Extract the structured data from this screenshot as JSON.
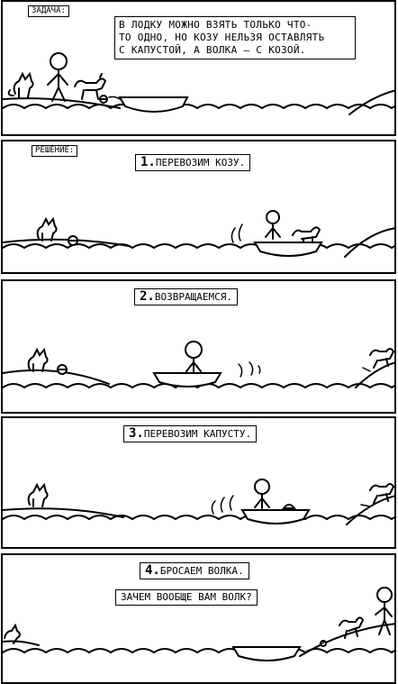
{
  "panels": [
    {
      "tag": "ЗАДАЧА:",
      "text": "В ЛОДКУ МОЖНО ВЗЯТЬ ТОЛЬКО ЧТО-\nТО ОДНО, НО КОЗУ НЕЛЬЗЯ ОСТАВЛЯТЬ\nС КАПУСТОЙ, А ВОЛКА – С КОЗОЙ."
    },
    {
      "tag": "РЕШЕНИЕ:",
      "number": "1.",
      "step": "ПЕРЕВОЗИМ КОЗУ."
    },
    {
      "number": "2.",
      "step": "ВОЗВРАЩАЕМСЯ."
    },
    {
      "number": "3.",
      "step": "ПЕРЕВОЗИМ КАПУСТУ."
    },
    {
      "number": "4.",
      "step": "БРОСАЕМ ВОЛКА.",
      "speech": "ЗАЧЕМ ВООБЩЕ ВАМ ВОЛК?"
    }
  ]
}
